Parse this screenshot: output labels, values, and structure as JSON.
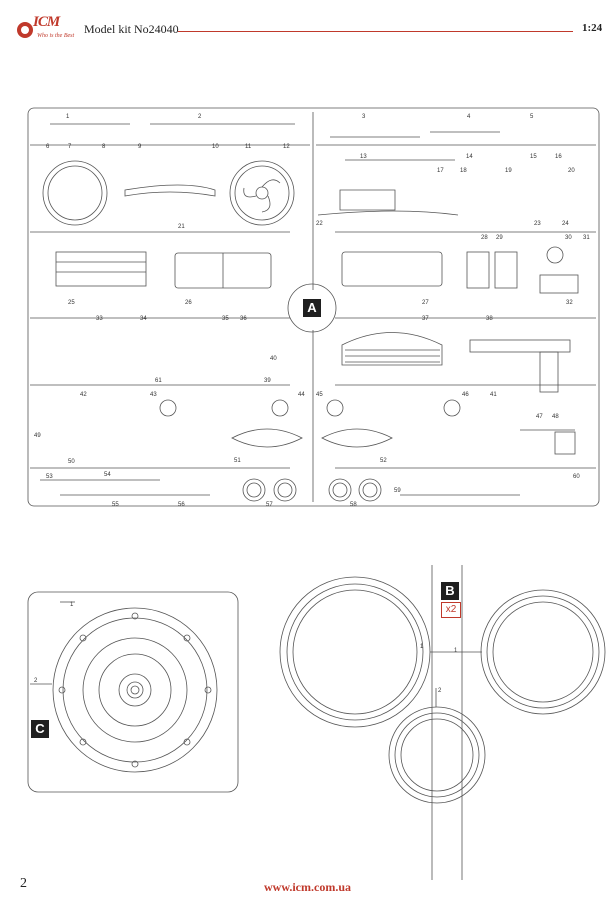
{
  "header": {
    "logo_text": "ICM",
    "tagline": "Who is the Best",
    "kit_title": "Model kit No24040",
    "scale": "1:24"
  },
  "sprues": {
    "a": {
      "letter": "A"
    },
    "b": {
      "letter": "B",
      "multiplier": "x2"
    },
    "c": {
      "letter": "C"
    }
  },
  "part_numbers_a": [
    "1",
    "2",
    "3",
    "4",
    "5",
    "6",
    "7",
    "8",
    "9",
    "10",
    "11",
    "12",
    "13",
    "14",
    "15",
    "16",
    "17",
    "18",
    "19",
    "20",
    "21",
    "22",
    "23",
    "24",
    "25",
    "26",
    "27",
    "28",
    "29",
    "30",
    "31",
    "32",
    "33",
    "34",
    "35",
    "36",
    "37",
    "38",
    "39",
    "40",
    "41",
    "42",
    "43",
    "44",
    "45",
    "46",
    "47",
    "48",
    "49",
    "50",
    "51",
    "52",
    "53",
    "54",
    "55",
    "56",
    "57",
    "58",
    "59",
    "60",
    "61"
  ],
  "part_numbers_b": [
    "1",
    "1",
    "2"
  ],
  "part_numbers_c": [
    "1",
    "2"
  ],
  "footer": {
    "page_number": "2",
    "website": "www.icm.com.ua"
  }
}
